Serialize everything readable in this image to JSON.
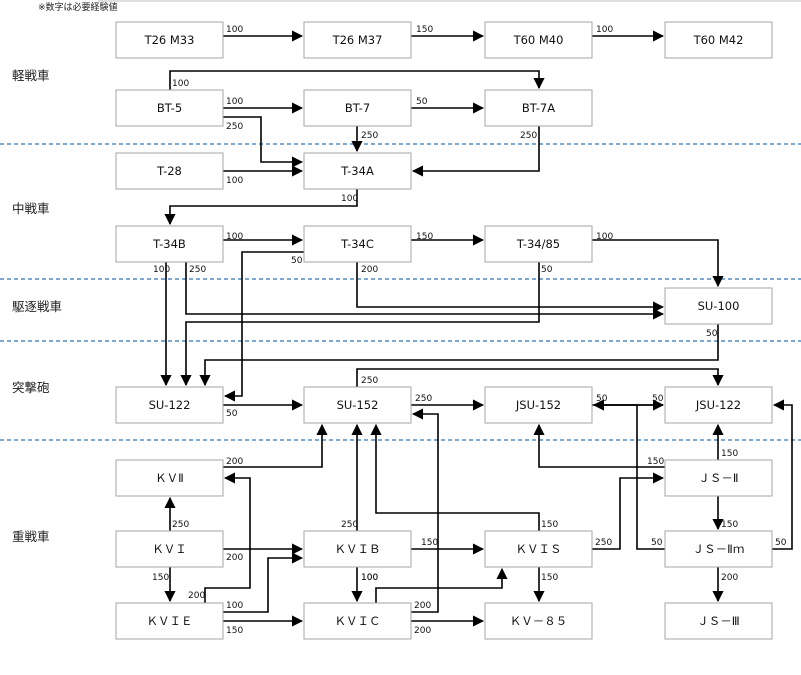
{
  "note": "※数字は必要経験値",
  "categories": [
    {
      "id": "light",
      "label": "軽戦車"
    },
    {
      "id": "medium",
      "label": "中戦車"
    },
    {
      "id": "td",
      "label": "駆逐戦車"
    },
    {
      "id": "spg",
      "label": "突撃砲"
    },
    {
      "id": "heavy",
      "label": "重戦車"
    }
  ],
  "nodes": [
    {
      "id": "t26m33",
      "label": "T26 M33"
    },
    {
      "id": "t26m37",
      "label": "T26 M37"
    },
    {
      "id": "t60m40",
      "label": "T60 M40"
    },
    {
      "id": "t60m42",
      "label": "T60 M42"
    },
    {
      "id": "bt5",
      "label": "BT-5"
    },
    {
      "id": "bt7",
      "label": "BT-7"
    },
    {
      "id": "bt7a",
      "label": "BT-7A"
    },
    {
      "id": "t28",
      "label": "T-28"
    },
    {
      "id": "t34a",
      "label": "T-34A"
    },
    {
      "id": "t34b",
      "label": "T-34B"
    },
    {
      "id": "t34c",
      "label": "T-34C"
    },
    {
      "id": "t3485",
      "label": "T-34/85"
    },
    {
      "id": "su100",
      "label": "SU-100"
    },
    {
      "id": "su122",
      "label": "SU-122"
    },
    {
      "id": "su152",
      "label": "SU-152"
    },
    {
      "id": "jsu152",
      "label": "JSU-152"
    },
    {
      "id": "jsu122",
      "label": "JSU-122"
    },
    {
      "id": "kv2",
      "label": "ＫＶⅡ"
    },
    {
      "id": "kv1",
      "label": "ＫＶＩ"
    },
    {
      "id": "kv1b",
      "label": "ＫＶＩＢ"
    },
    {
      "id": "kv1s",
      "label": "ＫＶＩＳ"
    },
    {
      "id": "kv1e",
      "label": "ＫＶＩＥ"
    },
    {
      "id": "kv1c",
      "label": "ＫＶＩＣ"
    },
    {
      "id": "kv85",
      "label": "ＫＶ－８５"
    },
    {
      "id": "js2",
      "label": "ＪＳ－Ⅱ"
    },
    {
      "id": "js2m",
      "label": "ＪＳ－Ⅱｍ"
    },
    {
      "id": "js3",
      "label": "ＪＳ－Ⅲ"
    }
  ],
  "edges": [
    {
      "from": "t26m33",
      "to": "t26m37",
      "label": "100"
    },
    {
      "from": "t26m37",
      "to": "t60m40",
      "label": "150"
    },
    {
      "from": "t60m40",
      "to": "t60m42",
      "label": "100"
    },
    {
      "from": "bt5",
      "to": "bt7a",
      "label": "100"
    },
    {
      "from": "bt5",
      "to": "bt7",
      "label": "100"
    },
    {
      "from": "bt7",
      "to": "bt7a",
      "label": "50"
    },
    {
      "from": "bt5",
      "to": "t34a",
      "label": "250"
    },
    {
      "from": "bt7",
      "to": "t34a",
      "label": "250"
    },
    {
      "from": "bt7a",
      "to": "t34a",
      "label": "250"
    },
    {
      "from": "t28",
      "to": "t34a",
      "label": "100"
    },
    {
      "from": "t34a",
      "to": "t34b",
      "label": "100"
    },
    {
      "from": "t34b",
      "to": "t34c",
      "label": "100"
    },
    {
      "from": "t34c",
      "to": "t3485",
      "label": "150"
    },
    {
      "from": "t3485",
      "to": "su100",
      "label": "100"
    },
    {
      "from": "t34b",
      "to": "su122",
      "label": "100"
    },
    {
      "from": "t34b",
      "to": "su100",
      "label": "250"
    },
    {
      "from": "t34c",
      "to": "su122",
      "label": "50"
    },
    {
      "from": "t34c",
      "to": "su100",
      "label": "200"
    },
    {
      "from": "t3485",
      "to": "su122",
      "label": "50"
    },
    {
      "from": "su100",
      "to": "su122",
      "label": "50"
    },
    {
      "from": "su122",
      "to": "su152",
      "label": "50"
    },
    {
      "from": "su152",
      "to": "jsu152",
      "label": "250"
    },
    {
      "from": "su152",
      "to": "jsu122",
      "label": "250"
    },
    {
      "from": "jsu152",
      "to": "jsu122",
      "label": "50"
    },
    {
      "from": "jsu122",
      "to": "jsu152",
      "label": "50"
    },
    {
      "from": "js2",
      "to": "jsu122",
      "label": "150"
    },
    {
      "from": "js2",
      "to": "jsu152",
      "label": "150"
    },
    {
      "from": "js2",
      "to": "js2m",
      "label": "150"
    },
    {
      "from": "js2m",
      "to": "jsu152",
      "label": "50"
    },
    {
      "from": "js2m",
      "to": "jsu122",
      "label": "50"
    },
    {
      "from": "js2m",
      "to": "js3",
      "label": "200"
    },
    {
      "from": "kv1s",
      "to": "js2",
      "label": "250"
    },
    {
      "from": "kv1s",
      "to": "su152",
      "label": "150"
    },
    {
      "from": "kv1s",
      "to": "kv85",
      "label": "150"
    },
    {
      "from": "kv2",
      "to": "su152",
      "label": "200"
    },
    {
      "from": "kv1",
      "to": "kv2",
      "label": "250"
    },
    {
      "from": "kv1",
      "to": "kv1b",
      "label": "200"
    },
    {
      "from": "kv1",
      "to": "kv1e",
      "label": "150"
    },
    {
      "from": "kv1b",
      "to": "su152",
      "label": "250"
    },
    {
      "from": "kv1b",
      "to": "kv1s",
      "label": "150"
    },
    {
      "from": "kv1b",
      "to": "kv1c",
      "label": "100"
    },
    {
      "from": "kv1e",
      "to": "kv1c",
      "label": "150"
    },
    {
      "from": "kv1e",
      "to": "kv1b",
      "label": "100"
    },
    {
      "from": "kv1e",
      "to": "kv2",
      "label": "200"
    },
    {
      "from": "kv1c",
      "to": "kv1s",
      "label": "100"
    },
    {
      "from": "kv1c",
      "to": "su152",
      "label": "200"
    },
    {
      "from": "kv1c",
      "to": "kv85",
      "label": "200"
    }
  ]
}
